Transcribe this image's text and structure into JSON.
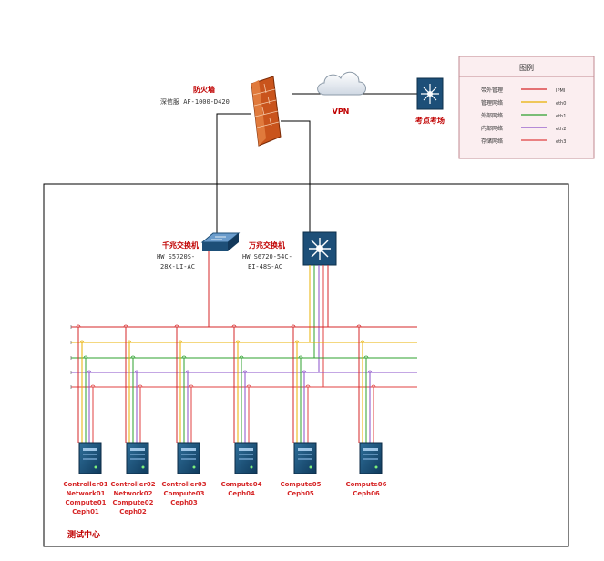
{
  "firewall": {
    "title": "防火墙",
    "model": "深信服 AF-1000-D420"
  },
  "vpn": {
    "label": "VPN"
  },
  "remote": {
    "label": "考点考场"
  },
  "legend": {
    "title": "图例",
    "items": [
      {
        "name": "带外管理",
        "tag": "IPMI",
        "color": "#d62728"
      },
      {
        "name": "管理网络",
        "tag": "eth0",
        "color": "#e8b000"
      },
      {
        "name": "外部网络",
        "tag": "eth1",
        "color": "#2ca02c"
      },
      {
        "name": "内部网络",
        "tag": "eth2",
        "color": "#8a4fc8"
      },
      {
        "name": "存储网络",
        "tag": "eth3",
        "color": "#e04040"
      }
    ]
  },
  "switch_1g": {
    "title": "千兆交换机",
    "model_line1": "HW S5720S-",
    "model_line2": "28X-LI-AC"
  },
  "switch_10g": {
    "title": "万兆交换机",
    "model_line1": "HW S6720-54C-",
    "model_line2": "EI-48S-AC"
  },
  "datacenter": {
    "label": "测试中心"
  },
  "servers": [
    {
      "lines": [
        "Controller01",
        "Network01",
        "Compute01",
        "Ceph01"
      ],
      "color": "#d62728"
    },
    {
      "lines": [
        "Controller02",
        "Network02",
        "Compute02",
        "Ceph02"
      ],
      "color": "#d62728"
    },
    {
      "lines": [
        "Controller03",
        "Compute03",
        "Ceph03"
      ],
      "color": "#d62728"
    },
    {
      "lines": [
        "Compute04",
        "Ceph04"
      ],
      "color": "#d62728"
    },
    {
      "lines": [
        "Compute05",
        "Ceph05"
      ],
      "color": "#d62728"
    },
    {
      "lines": [
        "Compute06",
        "Ceph06"
      ],
      "color": "#d62728"
    }
  ]
}
